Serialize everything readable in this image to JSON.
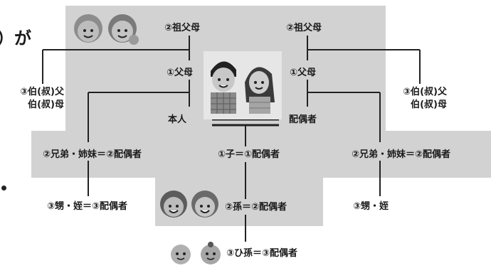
{
  "fragment": {
    "text": "）が"
  },
  "labels": {
    "grandparents_self": "②祖父母",
    "grandparents_spouse": "②祖父母",
    "parents_self": "①父母",
    "parents_spouse": "①父母",
    "uncle_aunt_left_1": "③伯(叔)父",
    "uncle_aunt_left_2": "伯(叔)母",
    "uncle_aunt_right_1": "③伯(叔)父",
    "uncle_aunt_right_2": "伯(叔)母",
    "self": "本人",
    "spouse": "配偶者",
    "siblings_left": "②兄弟・姉妹＝②配偶者",
    "children": "①子＝①配偶者",
    "siblings_right": "②兄弟・姉妹＝②配偶者",
    "nephew_niece_left": "③甥・姪＝③配偶者",
    "grandchildren": "②孫＝②配偶者",
    "nephew_niece_right": "③甥・姪",
    "great_grandchildren": "③ひ孫＝③配偶者"
  },
  "colors": {
    "panel": "#d2d2d2",
    "line": "#222222",
    "text": "#1a1a1a"
  },
  "icons": [
    "elderly-couple-icon",
    "couple-illustration-icon",
    "children-icon",
    "babies-icon"
  ]
}
